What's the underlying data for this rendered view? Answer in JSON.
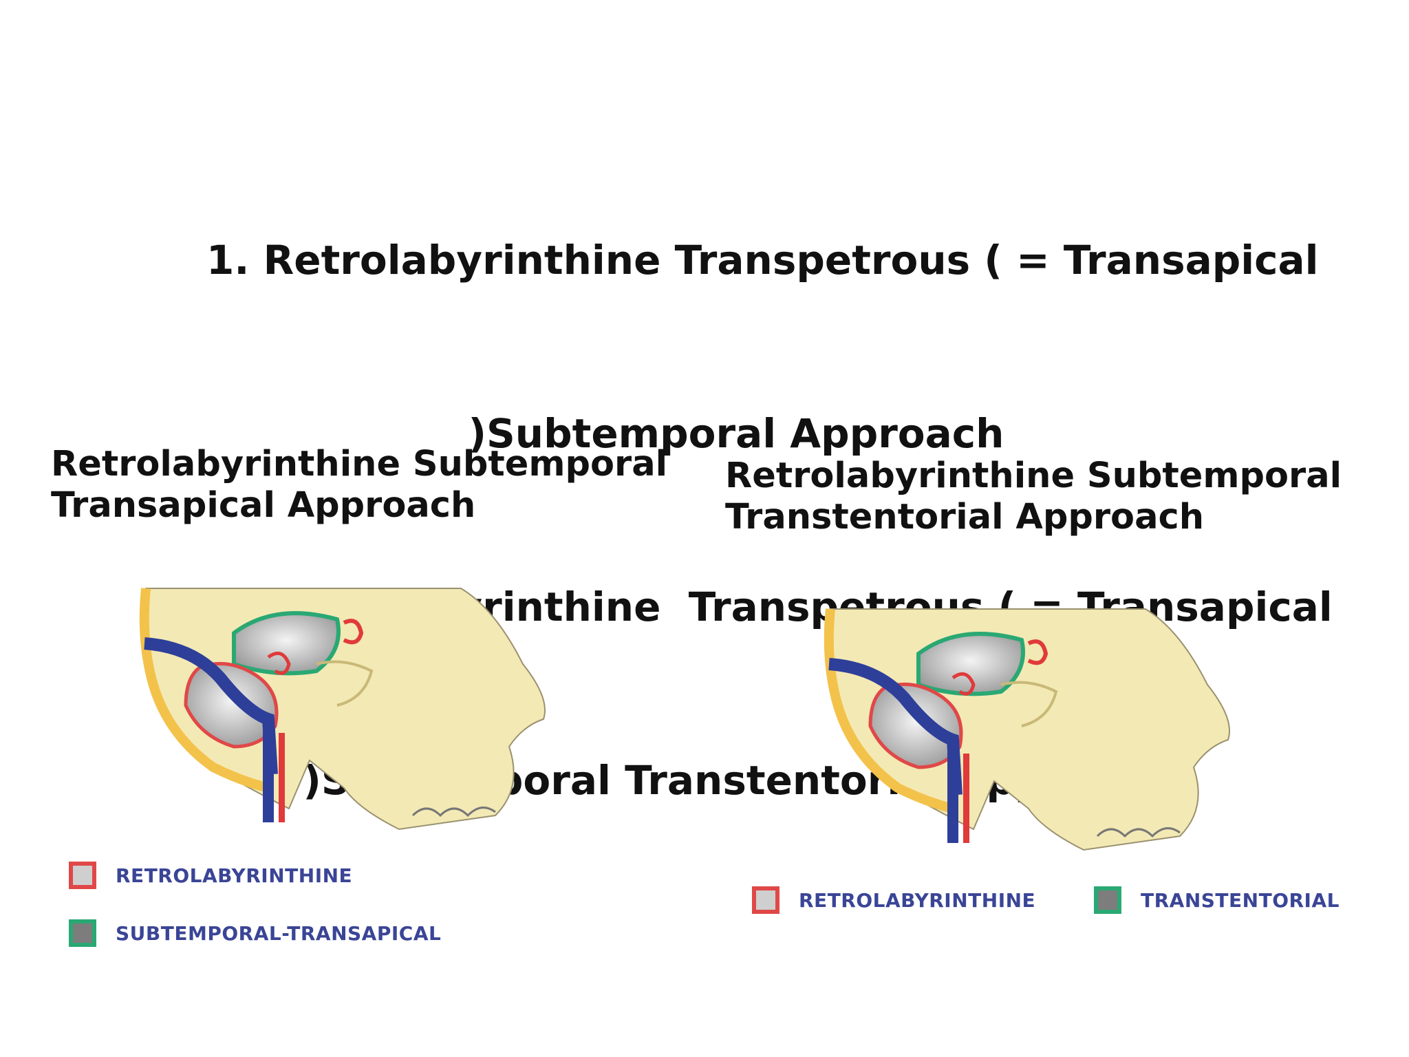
{
  "title_lines": [
    "1. Retrolabyrinthine Transpetrous ( = Transapical",
    ")Subtemporal Approach",
    "2. Retrolabyrinthine  Transpetrous ( = Transapical",
    ")Subtemporal Transtentorial Approach"
  ],
  "left_panel": {
    "title_line1": "Retrolabyrinthine Subtemporal",
    "title_line2": "Transapical Approach",
    "legend": [
      {
        "label": "RETROLABYRINTHINE"
      },
      {
        "label": "SUBTEMPORAL-TRANSAPICAL"
      }
    ]
  },
  "right_panel": {
    "title_line1": "Retrolabyrinthine Subtemporal",
    "title_line2": "Transtentorial Approach",
    "legend": [
      {
        "label": "RETROLABYRINTHINE"
      },
      {
        "label": "TRANSTENTORIAL"
      }
    ]
  },
  "colors": {
    "retrolabyrinthine_border": "#e04848",
    "retrolabyrinthine_fill": "#cfcfcf",
    "subtemporal_border": "#2aa874",
    "subtemporal_fill": "#7d7d7d",
    "legend_text": "#3a4596",
    "bone": "#f3e9b4",
    "vein": "#2e3f9a",
    "artery": "#e03a3a",
    "cortical_bone": "#f3c24a"
  }
}
